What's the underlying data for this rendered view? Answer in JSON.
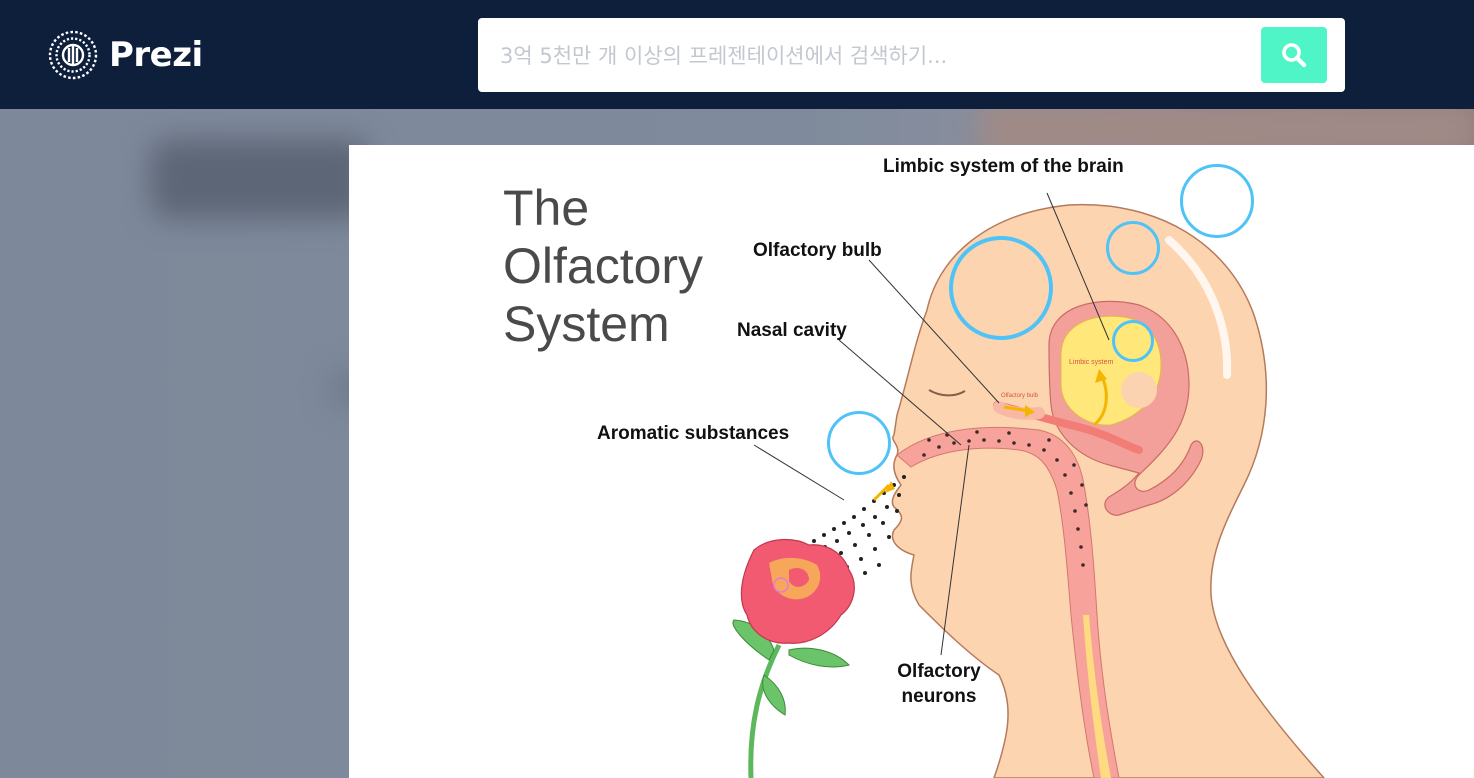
{
  "header": {
    "logo_text": "Prezi",
    "search": {
      "placeholder": "3억 5천만 개 이상의 프레젠테이션에서 검색하기..."
    }
  },
  "slide": {
    "title_lines": [
      "The",
      "Olfactory",
      "System"
    ],
    "labels": {
      "limbic_brain": "Limbic system of the brain",
      "olfactory_bulb": "Olfactory bulb",
      "nasal_cavity": "Nasal cavity",
      "aromatic": "Aromatic substances",
      "neurons_line1": "Olfactory",
      "neurons_line2": "neurons"
    },
    "inner_labels": {
      "limbic": "Limbic system",
      "bulb": "Olfactory bulb"
    }
  },
  "colors": {
    "nav_bg": "#0e1f3c",
    "search_button": "#4ff5c6",
    "zoom_ring": "#4fc3f7",
    "skin": "#fcd5b0",
    "brain": "#f7a39b",
    "limbic": "#ffe77a"
  },
  "icons": {
    "logo": "prezi-logo-icon",
    "search": "search-icon"
  }
}
